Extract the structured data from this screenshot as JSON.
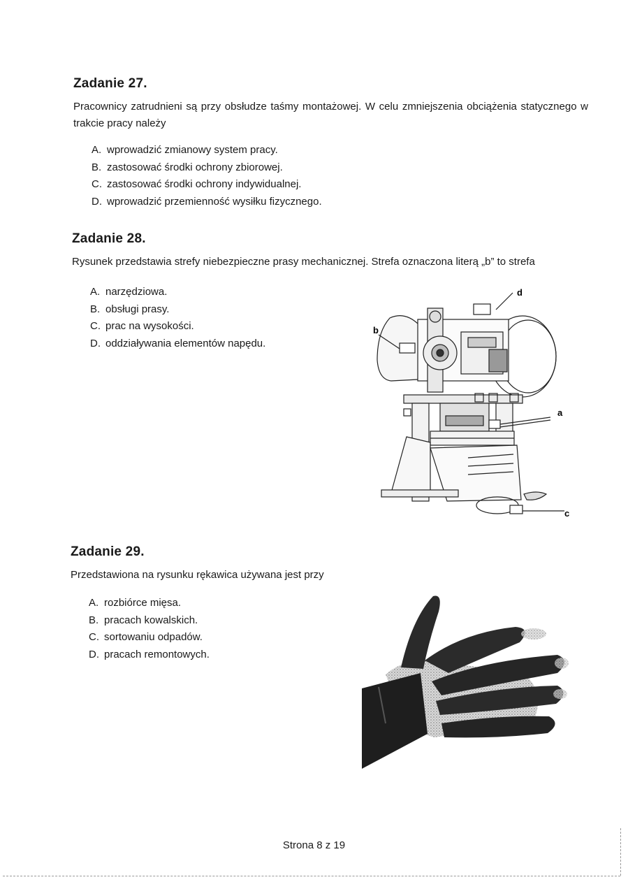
{
  "tasks": [
    {
      "title": "Zadanie 27.",
      "question": "Pracownicy zatrudnieni są przy obsłudze taśmy montażowej. W celu zmniejszenia obciążenia statycznego w trakcie pracy należy",
      "options": [
        {
          "letter": "A.",
          "text": "wprowadzić zmianowy system pracy."
        },
        {
          "letter": "B.",
          "text": "zastosować środki ochrony zbiorowej."
        },
        {
          "letter": "C.",
          "text": "zastosować środki ochrony indywidualnej."
        },
        {
          "letter": "D.",
          "text": "wprowadzić przemienność wysiłku fizycznego."
        }
      ]
    },
    {
      "title": "Zadanie 28.",
      "question": "Rysunek przedstawia strefy niebezpieczne prasy mechanicznej. Strefa oznaczona literą „b” to strefa",
      "options": [
        {
          "letter": "A.",
          "text": "narzędziowa."
        },
        {
          "letter": "B.",
          "text": "obsługi prasy."
        },
        {
          "letter": "C.",
          "text": "prac na wysokości."
        },
        {
          "letter": "D.",
          "text": "oddziaływania elementów napędu."
        }
      ]
    },
    {
      "title": "Zadanie 29.",
      "question": "Przedstawiona na rysunku rękawica używana jest przy",
      "options": [
        {
          "letter": "A.",
          "text": "rozbiórce mięsa."
        },
        {
          "letter": "B.",
          "text": "pracach kowalskich."
        },
        {
          "letter": "C.",
          "text": "sortowaniu odpadów."
        },
        {
          "letter": "D.",
          "text": "pracach remontowych."
        }
      ]
    }
  ],
  "press_figure": {
    "labels": {
      "a": "a",
      "b": "b",
      "c": "c",
      "d": "d"
    }
  },
  "footer": {
    "page_label": "Strona 8 z 19"
  }
}
